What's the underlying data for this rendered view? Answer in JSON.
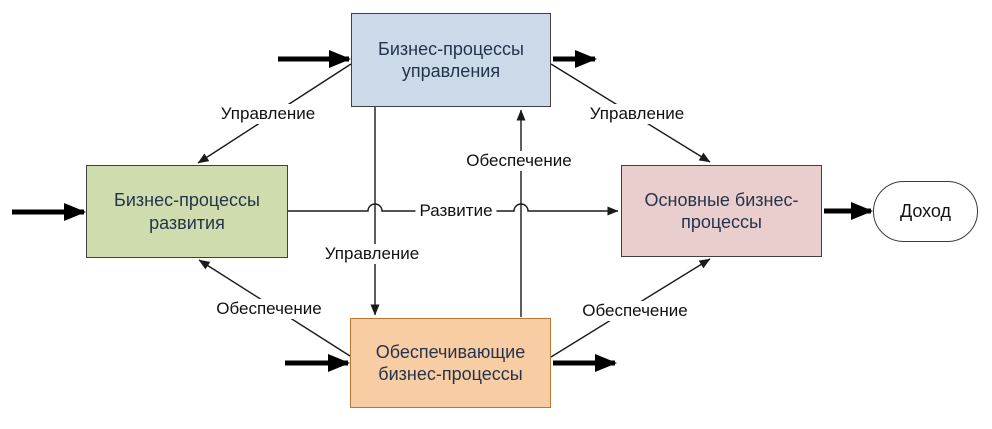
{
  "diagram": {
    "nodes": {
      "management": {
        "label": "Бизнес-процессы\nуправления",
        "fill": "#ccd9e8"
      },
      "development": {
        "label": "Бизнес-процессы\nразвития",
        "fill": "#cfddae"
      },
      "core": {
        "label": "Основные бизнес-\nпроцессы",
        "fill": "#e9cecd"
      },
      "supporting": {
        "label": "Обеспечивающие\nбизнес-процессы",
        "fill": "#f9cda4"
      },
      "income": {
        "label": "Доход",
        "fill": "#ffffff"
      }
    },
    "edge_labels": {
      "management_to_development": "Управление",
      "management_to_core": "Управление",
      "management_to_supporting": "Управление",
      "supporting_to_management": "Обеспечение",
      "development_to_core": "Развитие",
      "supporting_to_development": "Обеспечение",
      "supporting_to_core": "Обеспечение"
    },
    "thick_flows": [
      "external-input-to-development",
      "external-input-to-management",
      "management-output",
      "external-input-to-supporting",
      "supporting-output",
      "core-to-income"
    ],
    "colors": {
      "node_border": "#404040",
      "supporting_border": "#b97630",
      "line": "#1a1a1a",
      "thick_arrow": "#000000"
    }
  }
}
